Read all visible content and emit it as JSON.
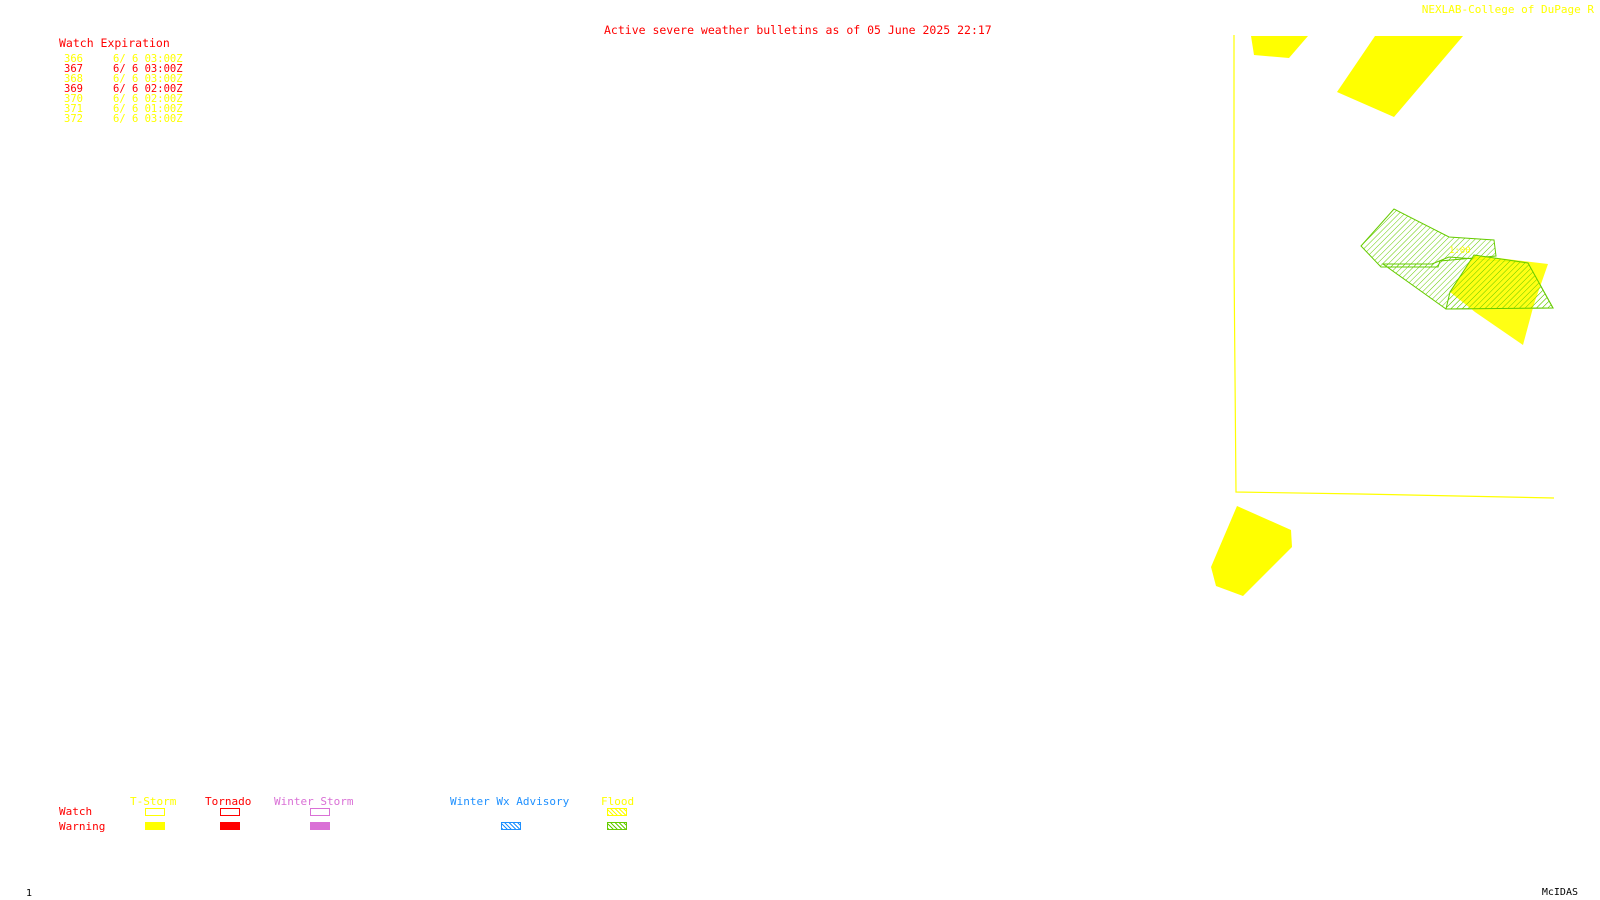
{
  "header": {
    "title": "Active severe weather bulletins as of 05 June 2025 22:17",
    "credit": "NEXLAB-College of DuPage",
    "credit_mark": "R"
  },
  "watch_table": {
    "heading": "Watch Expiration",
    "rows": [
      {
        "number": "366",
        "expiration": "6/ 6 03:00Z",
        "type": "T-Storm"
      },
      {
        "number": "367",
        "expiration": "6/ 6 03:00Z",
        "type": "Tornado"
      },
      {
        "number": "368",
        "expiration": "6/ 6 03:00Z",
        "type": "T-Storm"
      },
      {
        "number": "369",
        "expiration": "6/ 6 02:00Z",
        "type": "Tornado"
      },
      {
        "number": "370",
        "expiration": "6/ 6 02:00Z",
        "type": "T-Storm"
      },
      {
        "number": "371",
        "expiration": "6/ 6 01:00Z",
        "type": "T-Storm"
      },
      {
        "number": "372",
        "expiration": "6/ 6 03:00Z",
        "type": "T-Storm"
      }
    ]
  },
  "map": {
    "label": "1:00"
  },
  "legend": {
    "watch_label": "Watch",
    "warning_label": "Warning",
    "categories": [
      {
        "name": "T-Storm",
        "color": "#ffff00"
      },
      {
        "name": "Tornado",
        "color": "#ff0000"
      },
      {
        "name": "Winter Storm",
        "color": "#da70d6"
      },
      {
        "name": "Winter Wx Advisory",
        "color": "#1e90ff"
      },
      {
        "name": "Flood",
        "color": "#66cc00"
      }
    ]
  },
  "footer": {
    "frame_number": "1",
    "software": "McIDAS"
  },
  "colors": {
    "title": "#ff0000",
    "credit": "#ffff00",
    "tstorm": "#ffff00",
    "tornado": "#ff0000",
    "flood": "#66cc00",
    "footer": "#000000"
  }
}
